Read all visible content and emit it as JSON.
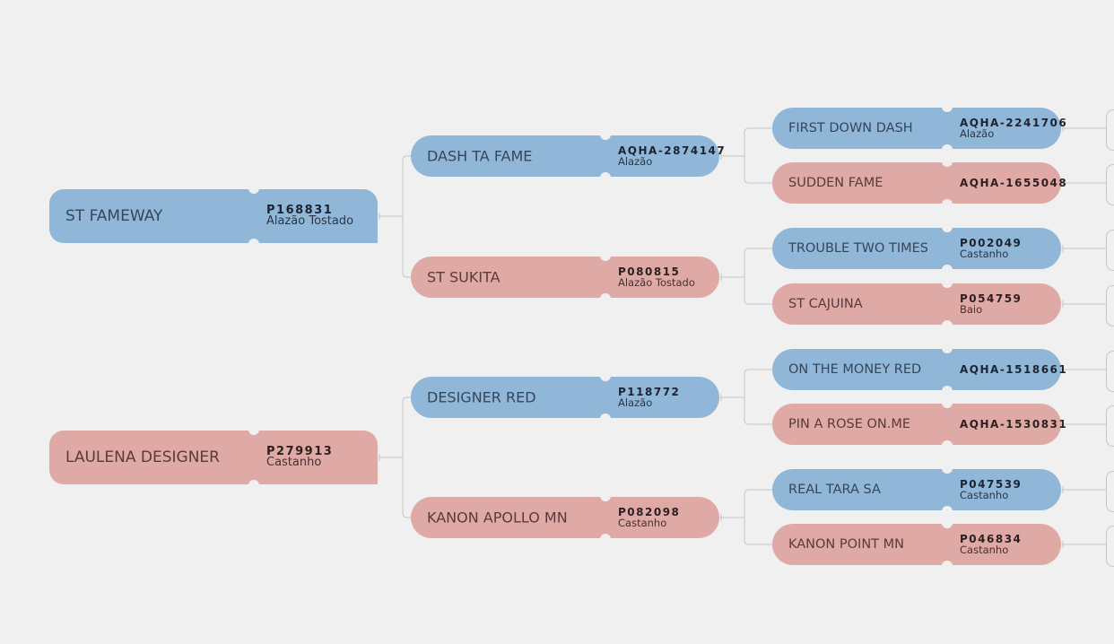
{
  "pedigree": {
    "sire": {
      "name": "ST FAMEWAY",
      "reg": "P168831",
      "coat": "Alazão Tostado",
      "sex": "male"
    },
    "dam": {
      "name": "LAULENA DESIGNER",
      "reg": "P279913",
      "coat": "Castanho",
      "sex": "female"
    },
    "sire_sire": {
      "name": "DASH TA FAME",
      "reg": "AQHA-2874147",
      "coat": "Alazão",
      "sex": "male"
    },
    "sire_dam": {
      "name": "ST SUKITA",
      "reg": "P080815",
      "coat": "Alazão Tostado",
      "sex": "female"
    },
    "dam_sire": {
      "name": "DESIGNER RED",
      "reg": "P118772",
      "coat": "Alazão",
      "sex": "male"
    },
    "dam_dam": {
      "name": "KANON APOLLO MN",
      "reg": "P082098",
      "coat": "Castanho",
      "sex": "female"
    },
    "g2": [
      {
        "name": "FIRST DOWN DASH",
        "reg": "AQHA-2241706",
        "coat": "Alazão",
        "sex": "male"
      },
      {
        "name": "SUDDEN FAME",
        "reg": "AQHA-1655048",
        "coat": "",
        "sex": "female"
      },
      {
        "name": "TROUBLE TWO TIMES",
        "reg": "P002049",
        "coat": "Castanho",
        "sex": "male"
      },
      {
        "name": "ST CAJUINA",
        "reg": "P054759",
        "coat": "Baio",
        "sex": "female"
      },
      {
        "name": "ON THE MONEY RED",
        "reg": "AQHA-1518661",
        "coat": "",
        "sex": "male"
      },
      {
        "name": "PIN A ROSE ON.ME",
        "reg": "AQHA-1530831",
        "coat": "",
        "sex": "female"
      },
      {
        "name": "REAL TARA SA",
        "reg": "P047539",
        "coat": "Castanho",
        "sex": "male"
      },
      {
        "name": "KANON POINT MN",
        "reg": "P046834",
        "coat": "Castanho",
        "sex": "female"
      }
    ]
  },
  "colors": {
    "male": "#91b7d8",
    "female": "#dfaaa6",
    "background": "#f0f0f0",
    "connector": "#c6c6c6"
  }
}
